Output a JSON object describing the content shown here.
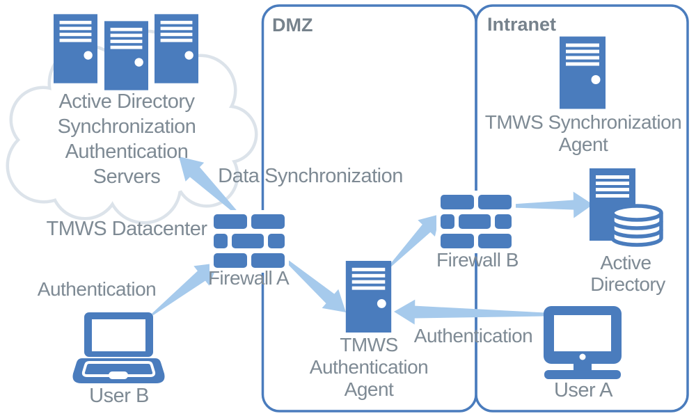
{
  "colors": {
    "node_blue": "#4a7cbd",
    "arrow_blue": "#a6caec",
    "cloud_outline": "#dce3ea",
    "label_gray": "#7e8a94",
    "region_label_gray": "#76828c"
  },
  "regions": {
    "dmz": {
      "label": "DMZ"
    },
    "intranet": {
      "label": "Intranet"
    }
  },
  "nodes": {
    "datacenter_cloud": {
      "lines": [
        "Active Directory",
        "Synchronization",
        "Authentication",
        "Servers"
      ],
      "caption": "TMWS Datacenter"
    },
    "tmws_sync_agent": {
      "lines": [
        "TMWS Synchronization",
        "Agent"
      ]
    },
    "firewall_a": {
      "label": "Firewall A"
    },
    "firewall_b": {
      "label": "Firewall B"
    },
    "tmws_auth_agent": {
      "lines": [
        "TMWS",
        "Authentication",
        "Agent"
      ]
    },
    "active_directory": {
      "lines": [
        "Active",
        "Directory"
      ]
    },
    "user_a": {
      "label": "User A"
    },
    "user_b": {
      "label": "User B"
    }
  },
  "flows": {
    "data_synchronization": {
      "label": "Data Synchronization"
    },
    "user_b_authentication": {
      "label": "Authentication"
    },
    "user_a_authentication": {
      "label": "Authentication"
    }
  }
}
